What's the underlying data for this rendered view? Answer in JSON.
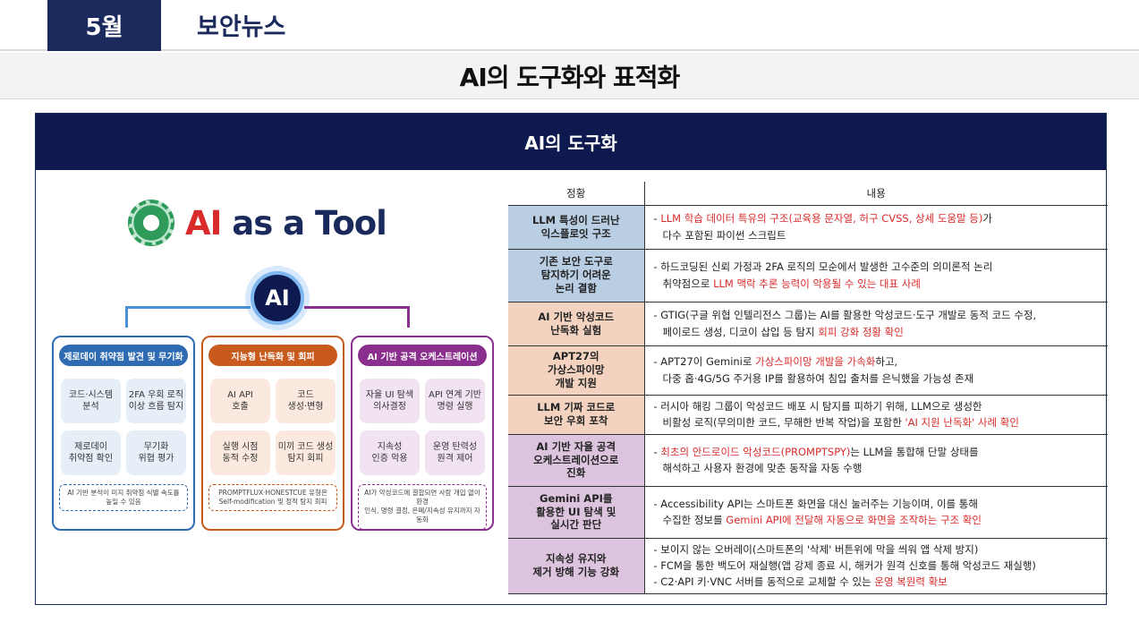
{
  "header": {
    "month": "5월",
    "series": "보안뉴스"
  },
  "page_title": "AI의 도구화와 표적화",
  "panel_title": "AI의 도구화",
  "diagram": {
    "logo_prefix": "AI",
    "logo_rest": " as a Tool",
    "core_label": "AI",
    "columns": [
      {
        "title": "제로데이 취약점 발견 및 무기화",
        "color": "#2f6bb3",
        "cells": [
          "코드·시스템\n분석",
          "2FA 우회 로직\n이상 흐름 탐지",
          "제로데이\n취약점 확인",
          "무기화\n위협 평가"
        ],
        "note": "AI 기반 분석이 미지 취약점 식별 속도를\n높일 수 있음"
      },
      {
        "title": "지능형 난독화 및 회피",
        "color": "#c85a1e",
        "cells": [
          "AI API\n호출",
          "코드\n생성·변형",
          "실행 시점\n동적 수정",
          "미끼 코드 생성\n탐지 회피"
        ],
        "note": "PROMPTFLUX·HONESTCUE 유형은\nSelf-modification 및 정적 탐지 회피"
      },
      {
        "title": "AI 기반 공격 오케스트레이션",
        "color": "#8b2f8f",
        "cells": [
          "자율 UI 탐색\n의사결정",
          "API 연계 기반\n명령 실행",
          "지속성\n인증 악용",
          "운영 탄력성\n원격 제어"
        ],
        "note": "AI가 악성코드에 결합되면 사람 개입 없이 환경\n인식, 명령 결정, 은폐/지속성 유지까지 자동화"
      }
    ]
  },
  "table": {
    "headers": [
      "정황",
      "내용"
    ],
    "rows": [
      {
        "situation": "LLM 특성이 드러난\n익스플로잇 구조",
        "bg": "#b9cde3",
        "lines": [
          {
            "parts": [
              {
                "t": "- ",
                "red": false
              },
              {
                "t": "LLM 학습 데이터 특유의 구조(교육용 문자열, 허구 CVSS, 상세 도움말 등)",
                "red": true
              },
              {
                "t": "가",
                "red": false
              }
            ]
          },
          {
            "indent": true,
            "parts": [
              {
                "t": "다수 포함된 파이썬 스크립트",
                "red": false
              }
            ]
          }
        ]
      },
      {
        "situation": "기존 보안 도구로\n탐지하기 어려운\n논리 결함",
        "bg": "#b9cde3",
        "lines": [
          {
            "parts": [
              {
                "t": "- 하드코딩된 신뢰 가정과 2FA 로직의 모순에서 발생한 고수준의 의미론적 논리",
                "red": false
              }
            ]
          },
          {
            "indent": true,
            "parts": [
              {
                "t": "취약점으로 ",
                "red": false
              },
              {
                "t": "LLM 맥락 추론 능력이 악용될 수 있는 대표 사례",
                "red": true
              }
            ]
          }
        ]
      },
      {
        "situation": "AI 기반 악성코드\n난독화 실험",
        "bg": "#f3d3c0",
        "lines": [
          {
            "parts": [
              {
                "t": "- GTIG(구글 위협 인텔리전스 그룹)는 AI를 활용한 악성코드·도구 개발로 동적 코드 수정,",
                "red": false
              }
            ]
          },
          {
            "indent": true,
            "parts": [
              {
                "t": "페이로드 생성, 디코이 삽입 등 탐지 ",
                "red": false
              },
              {
                "t": "회피 강화 정황 확인",
                "red": true
              }
            ]
          }
        ]
      },
      {
        "situation": "APT27의\n가상스파이망\n개발 지원",
        "bg": "#f3d3c0",
        "lines": [
          {
            "parts": [
              {
                "t": "- APT27이 Gemini로 ",
                "red": false
              },
              {
                "t": "가상스파이망 개발을 가속화",
                "red": true
              },
              {
                "t": "하고,",
                "red": false
              }
            ]
          },
          {
            "indent": true,
            "parts": [
              {
                "t": "다중 홉·4G/5G 주거용 IP를 활용하여 침입 출처를 은닉했을 가능성 존재",
                "red": false
              }
            ]
          }
        ]
      },
      {
        "situation": "LLM 기짜 코드로\n보안 우회 포착",
        "bg": "#f3d3c0",
        "lines": [
          {
            "parts": [
              {
                "t": "- 러시아 해킹 그룹이 악성코드 배포 시 탐지를 피하기 위해, LLM으로 생성한",
                "red": false
              }
            ]
          },
          {
            "indent": true,
            "parts": [
              {
                "t": "비활성 로직(무의미한 코드, 무해한 반복 작업)을 포함한 ",
                "red": false
              },
              {
                "t": "'AI 지원 난독화' 사례 확인",
                "red": true
              }
            ]
          }
        ]
      },
      {
        "situation": "AI 기반 자율 공격\n오케스트레이션으로\n진화",
        "bg": "#dcc4de",
        "lines": [
          {
            "parts": [
              {
                "t": "- ",
                "red": false
              },
              {
                "t": "최초의 안드로이드 악성코드(PROMPTSPY)",
                "red": true
              },
              {
                "t": "는 LLM을 통합해 단말 상태를",
                "red": false
              }
            ]
          },
          {
            "indent": true,
            "parts": [
              {
                "t": "해석하고 사용자 환경에 맞춘 동작을 자동 수행",
                "red": false
              }
            ]
          }
        ]
      },
      {
        "situation": "Gemini API를\n활용한 UI 탐색 및\n실시간 판단",
        "bg": "#dcc4de",
        "lines": [
          {
            "parts": [
              {
                "t": "- Accessibility API는 스마트폰 화면을 대신 눌러주는 기능이며, 이를 통해",
                "red": false
              }
            ]
          },
          {
            "indent": true,
            "parts": [
              {
                "t": "수집한 정보를 ",
                "red": false
              },
              {
                "t": "Gemini API에 전달해 자동으로 화면을 조작하는 구조 확인",
                "red": true
              }
            ]
          }
        ]
      },
      {
        "situation": "지속성 유지와\n제거 방해 기능 강화",
        "bg": "#dcc4de",
        "lines": [
          {
            "parts": [
              {
                "t": "- 보이지 않는 오버레이(스마트폰의 '삭제' 버튼위에 막을 씌워 앱 삭제 방지)",
                "red": false
              }
            ]
          },
          {
            "parts": [
              {
                "t": "- FCM을 통한 백도어 재실행(앱 강제 종료 시, 해커가 원격 신호를 통해 악성코드 재실행)",
                "red": false
              }
            ]
          },
          {
            "parts": [
              {
                "t": "- C2·API 키·VNC 서버를 동적으로 교체할 수 있는 ",
                "red": false
              },
              {
                "t": "운영 복원력 확보",
                "red": true
              }
            ]
          }
        ]
      }
    ]
  }
}
